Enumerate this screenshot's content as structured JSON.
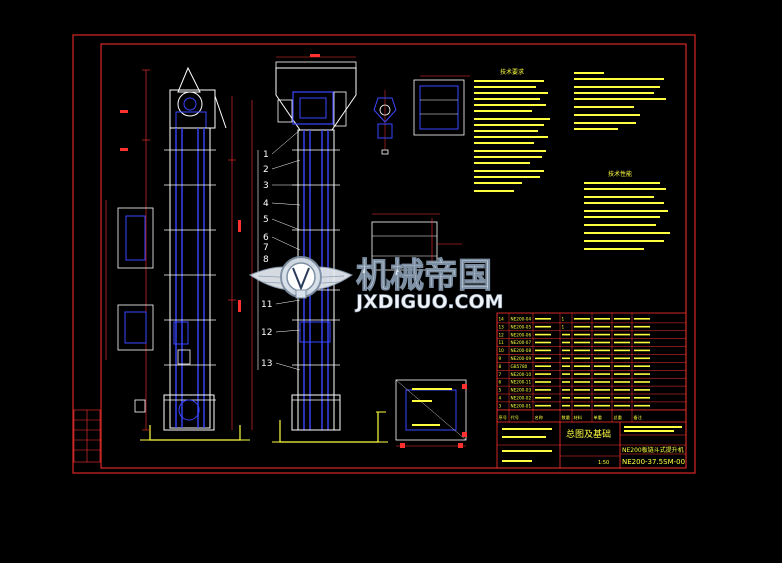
{
  "drawing": {
    "background": "#000000",
    "colors": {
      "frame": "#ff3030",
      "blue": "#3a46ff",
      "white": "#ffffff",
      "yellow": "#ffff40",
      "cyan": "#40ffff",
      "magenta": "#ff40ff",
      "red": "#ff2020"
    },
    "part_numbers": [
      "1",
      "2",
      "3",
      "4",
      "5",
      "6",
      "7",
      "8",
      "11",
      "12",
      "13"
    ],
    "watermark": {
      "cn": "机械帝国",
      "en": "JXDIGUO.COM",
      "logo_icon": "eagle-wing-gear-logo"
    },
    "title_block": {
      "assembly_name": "总图及基础",
      "drawing_number": "NE200-37.5SM-00",
      "model_line": "NE200板链斗式提升机",
      "scale": "1:50",
      "headers": [
        "序号",
        "代号",
        "名称",
        "数量",
        "材料",
        "单重",
        "总重",
        "备注"
      ],
      "rows": [
        [
          "14",
          "NE200-04",
          "",
          "1",
          "",
          "",
          "",
          ""
        ],
        [
          "13",
          "NE200-05",
          "",
          "1",
          "",
          "",
          "",
          ""
        ],
        [
          "12",
          "NE200-06",
          "",
          "",
          "",
          "",
          "",
          ""
        ],
        [
          "11",
          "NE200-07",
          "",
          "",
          "",
          "",
          "",
          ""
        ],
        [
          "10",
          "NE200-08",
          "",
          "",
          "",
          "",
          "",
          ""
        ],
        [
          "9",
          "NE200-09",
          "",
          "",
          "",
          "",
          "",
          ""
        ],
        [
          "8",
          "GB5780",
          "",
          "",
          "",
          "",
          "",
          ""
        ],
        [
          "7",
          "NE200-10",
          "",
          "",
          "",
          "",
          "",
          ""
        ],
        [
          "6",
          "NE200-11",
          "",
          "",
          "",
          "",
          "",
          ""
        ],
        [
          "5",
          "NE200-03",
          "",
          "",
          "",
          "",
          "",
          ""
        ],
        [
          "4",
          "NE200-02",
          "",
          "",
          "",
          "",
          "",
          ""
        ],
        [
          "3",
          "NE200-01",
          "",
          "",
          "",
          "",
          "",
          ""
        ]
      ]
    },
    "notes_title_1": "技术要求",
    "notes_title_2": "技术性能"
  }
}
